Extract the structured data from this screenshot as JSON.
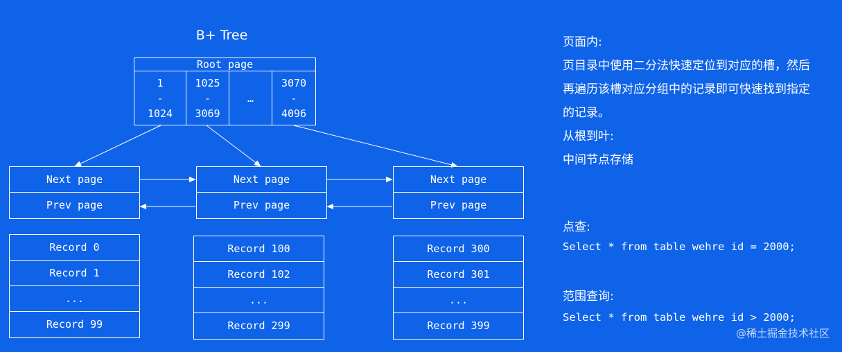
{
  "title": "B+ Tree",
  "root": {
    "header": "Root page",
    "cells": [
      {
        "from": "1",
        "dash": "-",
        "to": "1024"
      },
      {
        "from": "1025",
        "dash": "-",
        "to": "3069"
      },
      {
        "ellipsis": "…"
      },
      {
        "from": "3070",
        "dash": "-",
        "to": "4096"
      }
    ]
  },
  "pointer_nodes": [
    {
      "next": "Next page",
      "prev": "Prev page"
    },
    {
      "next": "Next page",
      "prev": "Prev page"
    },
    {
      "next": "Next page",
      "prev": "Prev page"
    }
  ],
  "record_nodes": [
    {
      "records": [
        "Record 0",
        "Record 1",
        "...",
        "Record 99"
      ]
    },
    {
      "records": [
        "Record 100",
        "Record 102",
        "...",
        "Record 299"
      ]
    },
    {
      "records": [
        "Record 300",
        "Record 301",
        "...",
        "Record 399"
      ]
    }
  ],
  "side": {
    "lines": [
      "页面内:",
      "页目录中使用二分法快速定位到对应的槽，然后",
      "再遍历该槽对应分组中的记录即可快速找到指定",
      "的记录。",
      "从根到叶:",
      "中间节点存储"
    ],
    "point_query_label": "点查:",
    "point_query_sql": "Select * from table wehre id = 2000;",
    "range_query_label": "范围查询:",
    "range_query_sql": "Select * from table wehre id > 2000;"
  },
  "watermark": "@稀土掘金技术社区",
  "colors": {
    "background": "#0f63e8",
    "line": "#ffffff"
  }
}
